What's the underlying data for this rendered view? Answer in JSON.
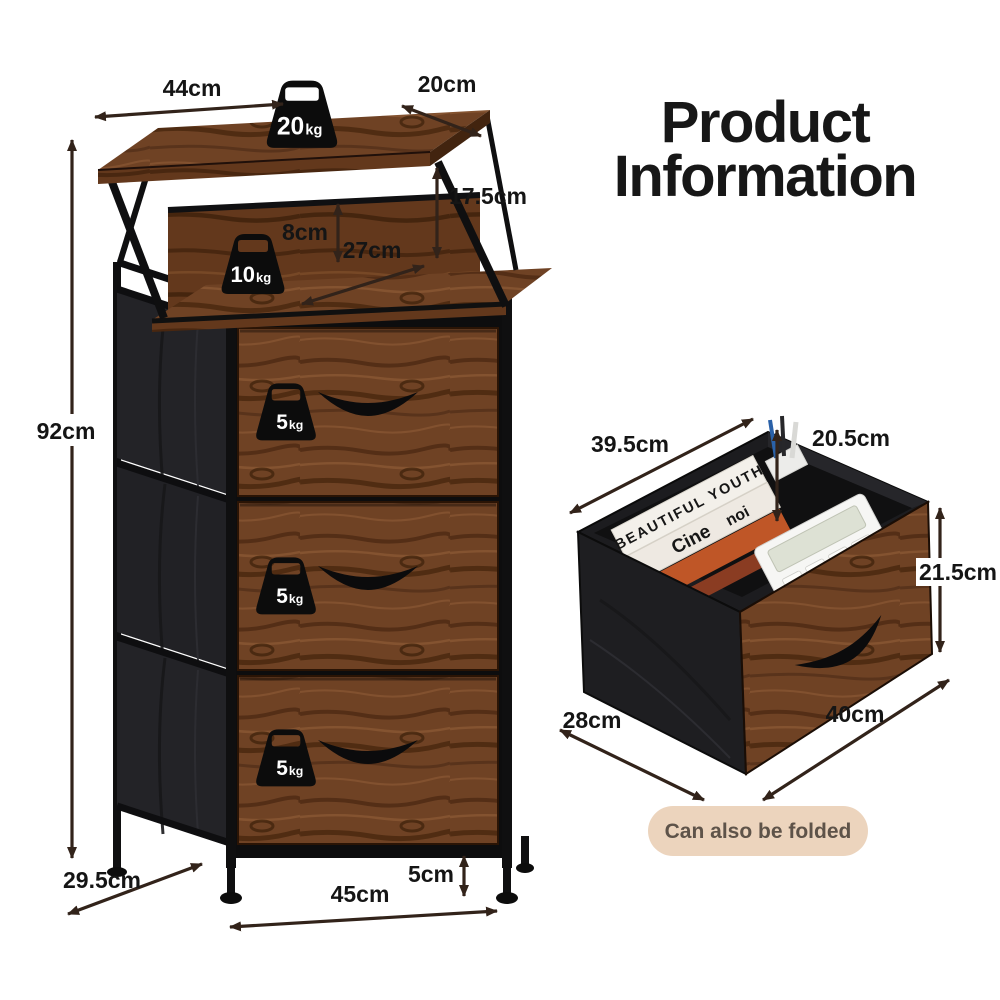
{
  "title": {
    "line1": "Product",
    "line2": "Information"
  },
  "main_unit": {
    "dims": {
      "top_width": "44cm",
      "top_depth": "20cm",
      "top_clearance": "17.5cm",
      "shelf_gap": "8cm",
      "shelf_depth": "27cm",
      "total_height": "92cm",
      "base_depth": "29.5cm",
      "base_width": "45cm",
      "foot_height": "5cm"
    },
    "capacities": {
      "top_shelf": {
        "value": "20",
        "unit": "kg"
      },
      "middle_shelf": {
        "value": "10",
        "unit": "kg"
      },
      "top_drawer": {
        "value": "5",
        "unit": "kg"
      },
      "middle_drawer": {
        "value": "5",
        "unit": "kg"
      },
      "bottom_drawer": {
        "value": "5",
        "unit": "kg"
      }
    }
  },
  "drawer_detail": {
    "dims": {
      "opening_width": "39.5cm",
      "inner_depth": "20.5cm",
      "front_height": "21.5cm",
      "side_depth": "28cm",
      "front_width": "40cm"
    },
    "contents": {
      "book_spine_1": "BEAUTIFUL YOUTH",
      "book_spine_2_word1": "Cine",
      "book_spine_2_word2": "noi"
    }
  },
  "badge": {
    "label": "Can also be folded"
  },
  "colors": {
    "arrow": "#32231a",
    "label": "#151515",
    "title": "#171717",
    "wood": "#6f4224",
    "fabric": "#232327",
    "frame": "#0f0f10",
    "badge_bg": "#ecd4bd",
    "badge_text": "#5e5349"
  }
}
